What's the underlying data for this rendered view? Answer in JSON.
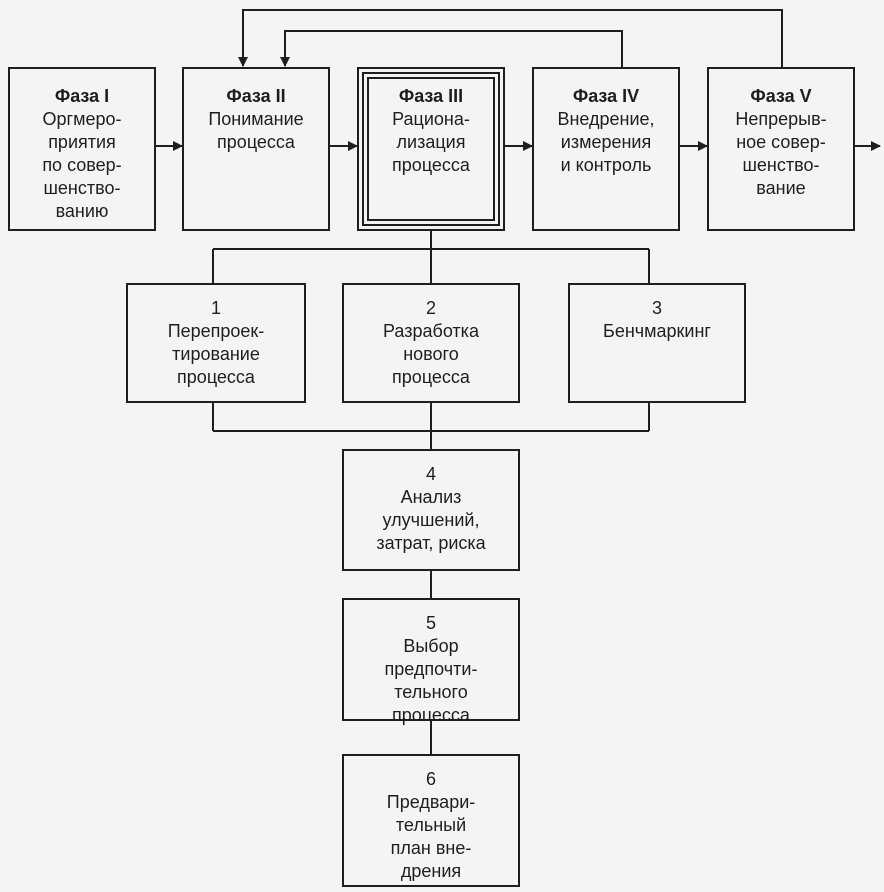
{
  "phases": [
    {
      "title": "Фаза I",
      "lines": [
        "Оргмеро-",
        "приятия",
        "по совер-",
        "шенство-",
        "ванию"
      ]
    },
    {
      "title": "Фаза II",
      "lines": [
        "Понимание",
        "процесса"
      ]
    },
    {
      "title": "Фаза III",
      "lines": [
        "Рациона-",
        "лизация",
        "процесса"
      ]
    },
    {
      "title": "Фаза IV",
      "lines": [
        "Внедрение,",
        "измерения",
        "и контроль"
      ]
    },
    {
      "title": "Фаза V",
      "lines": [
        "Непрерыв-",
        "ное совер-",
        "шенство-",
        "вание"
      ]
    }
  ],
  "steps": [
    {
      "num": "1",
      "lines": [
        "Перепроек-",
        "тирование",
        "процесса"
      ]
    },
    {
      "num": "2",
      "lines": [
        "Разработка",
        "нового",
        "процесса"
      ]
    },
    {
      "num": "3",
      "lines": [
        "Бенчмаркинг"
      ]
    },
    {
      "num": "4",
      "lines": [
        "Анализ",
        "улучшений,",
        "затрат, риска"
      ]
    },
    {
      "num": "5",
      "lines": [
        "Выбор",
        "предпочти-",
        "тельного",
        "процесса"
      ]
    },
    {
      "num": "6",
      "lines": [
        "Предвари-",
        "тельный",
        "план вне-",
        "дрения"
      ]
    }
  ]
}
